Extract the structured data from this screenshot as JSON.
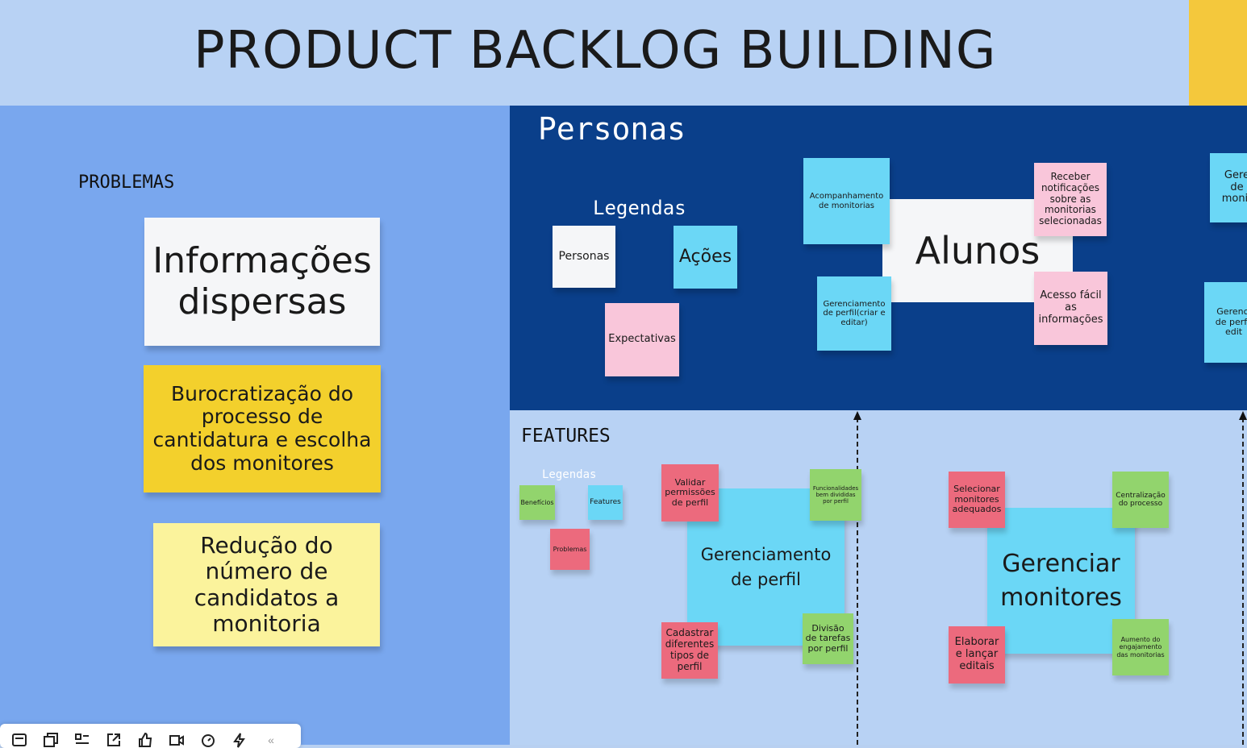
{
  "header": {
    "title": "PRODUCT BACKLOG BUILDING"
  },
  "problems": {
    "heading": "PROBLEMAS",
    "notes": [
      "Informações dispersas",
      "Burocratização do processo de cantidatura e escolha dos monitores",
      "Redução do número de candidatos a monitoria"
    ]
  },
  "personas": {
    "heading": "Personas",
    "legend_title": "Legendas",
    "legend": {
      "personas": "Personas",
      "acoes": "Ações",
      "expectativas": "Expectativas"
    },
    "main": "Alunos",
    "actions": [
      "Acompanhamento de monitorias",
      "Gerenciamento de perfil(criar e editar)"
    ],
    "expectations": [
      "Receber notificações sobre as monitorias selecionadas",
      "Acesso fácil as informações"
    ],
    "partial": [
      "Gere de monit",
      "Gerenci de perfil edit"
    ]
  },
  "features": {
    "heading": "FEATURES",
    "legend_title": "Legendas",
    "legend": {
      "beneficios": "Benefícios",
      "features": "Features",
      "problemas": "Problemas"
    },
    "group1": {
      "main": "Gerenciamento de perfil",
      "notes": [
        "Validar permissões de perfil",
        "Funcionalidades bem divididas por perfil",
        "Cadastrar diferentes tipos de perfil",
        "Divisão de tarefas por perfil"
      ]
    },
    "group2": {
      "main": "Gerenciar monitores",
      "notes": [
        "Selecionar monitores adequados",
        "Centralização do processo",
        "Elaborar e lançar editais",
        "Aumento do engajamento das monitorias"
      ]
    }
  },
  "toolbar": {
    "icons": [
      "frame-list-icon",
      "copy-icon",
      "layout-icon",
      "share-icon",
      "like-icon",
      "video-icon",
      "timer-icon",
      "bolt-icon",
      "collapse-icon"
    ]
  }
}
